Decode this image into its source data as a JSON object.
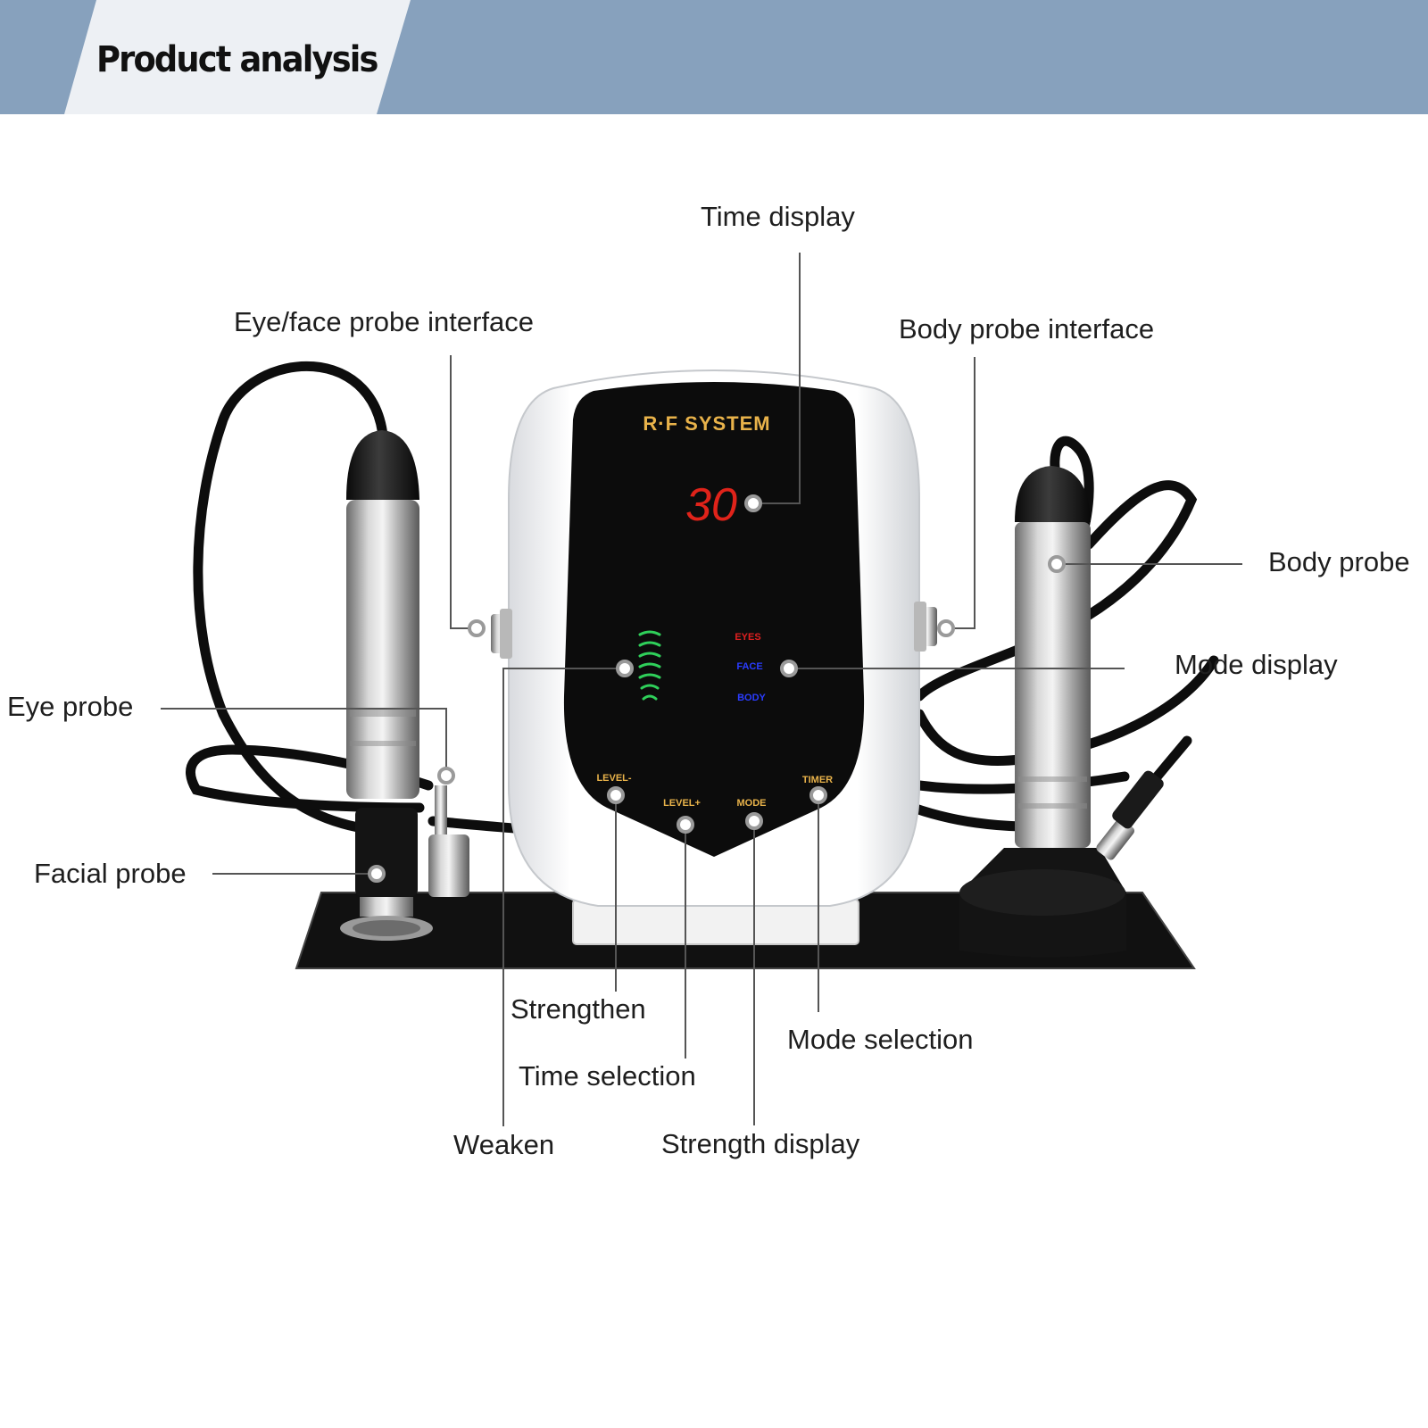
{
  "banner": {
    "title": "Product analysis"
  },
  "device": {
    "brand": "R·F SYSTEM",
    "timer_value": "30",
    "mode_labels": [
      "EYES",
      "FACE",
      "BODY"
    ],
    "button_labels": [
      "LEVEL-",
      "LEVEL+",
      "MODE",
      "TIMER"
    ]
  },
  "callouts": {
    "time_display": "Time display",
    "eye_face_probe_interface": "Eye/face probe interface",
    "body_probe_interface": "Body probe interface",
    "body_probe": "Body probe",
    "mode_display": "Mode display",
    "eye_probe": "Eye probe",
    "facial_probe": "Facial probe",
    "strengthen": "Strengthen",
    "time_selection": "Time selection",
    "mode_selection": "Mode selection",
    "weaken": "Weaken",
    "strength_display": "Strength display"
  },
  "colors": {
    "banner": "#87a1bd",
    "banner_tab": "#edf0f4",
    "panel": "#0c0c0c",
    "brand_text": "#e8b24a",
    "timer_digits": "#e0231a",
    "eyes_label": "#e02020",
    "face_body_label": "#2a3cff",
    "strength_bars": "#2fd05a",
    "button_labels": "#e8b24a"
  }
}
